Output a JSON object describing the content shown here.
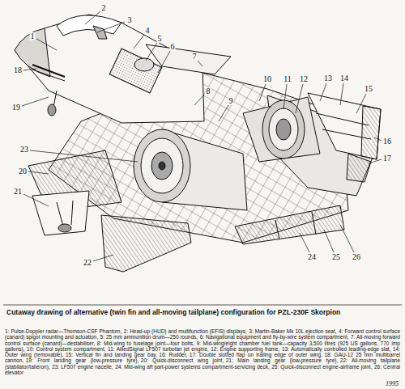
{
  "diagram": {
    "caption": "Cutaway drawing of alternative (twin fin and all-moving tailplane) configuration for PZL-230F Skorpion",
    "labels": [
      "1",
      "2",
      "3",
      "4",
      "5",
      "6",
      "7",
      "8",
      "9",
      "10",
      "11",
      "12",
      "13",
      "14",
      "15",
      "16",
      "17",
      "18",
      "19",
      "20",
      "21",
      "22",
      "23",
      "24",
      "25",
      "26",
      "1: Pulse-Doppler radar—Thomson-CSF Phantom,",
      "2: Head-up (HUD) and multifunction (EFIS) displays,",
      "3: Martin-Baker Mk 10L ejection seat,",
      "4: Forward control surface (canard) spigot mounting and actuation,",
      "5: 25 mm ammunition drum—250 rounds,",
      "6: Navigational equipment and fly-by-wire system compartment,",
      "7: All-moving forward control surface (canard)—destabiliser,",
      "8: Mid-wing to fuselage joint—four bolts,",
      "9: Mid-wing/eight chamber fuel tank—capacity 3,500 litres (925 US gallons, 770 Imp gallons),",
      "10: Control system compartment,",
      "11: AlliedSignal LF507 turbofan jet engine,",
      "12: Engine supporting frame,",
      "13: Automatically controlled leading-edge slat,",
      "14: Outer wing (removable),",
      "15: Vertical fin and landing gear bay,",
      "16: Rudder,",
      "17: Double slotted flap on trailing edge of outer wing,",
      "18: GAU-12 25 mm multibarrel cannon,",
      "19: Front landing gear (low-pressure tyre),",
      "20: Quick-disconnect wing joint,",
      "21: Main landing gear (low-pressure tyre),",
      "22: All-moving tailplane (stabilator/taileron),",
      "23: LF507 engine nacelle,",
      "24: Mid-wing aft part-power systems compartment-servicing deck,",
      "25: Quick-disconnect engine-airframe joint,",
      "26: Central elevator",
      "1995"
    ]
  }
}
